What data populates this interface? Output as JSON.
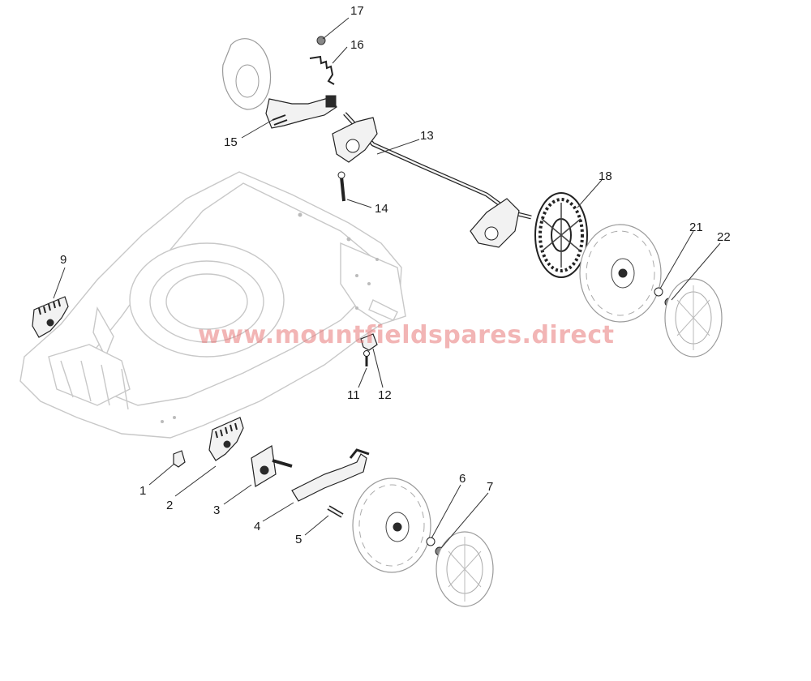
{
  "diagram": {
    "watermark": "www.mountfieldspares.direct",
    "callouts": [
      "1",
      "2",
      "3",
      "4",
      "5",
      "6",
      "7",
      "9",
      "11",
      "12",
      "13",
      "14",
      "15",
      "16",
      "17",
      "18",
      "21",
      "22"
    ]
  }
}
